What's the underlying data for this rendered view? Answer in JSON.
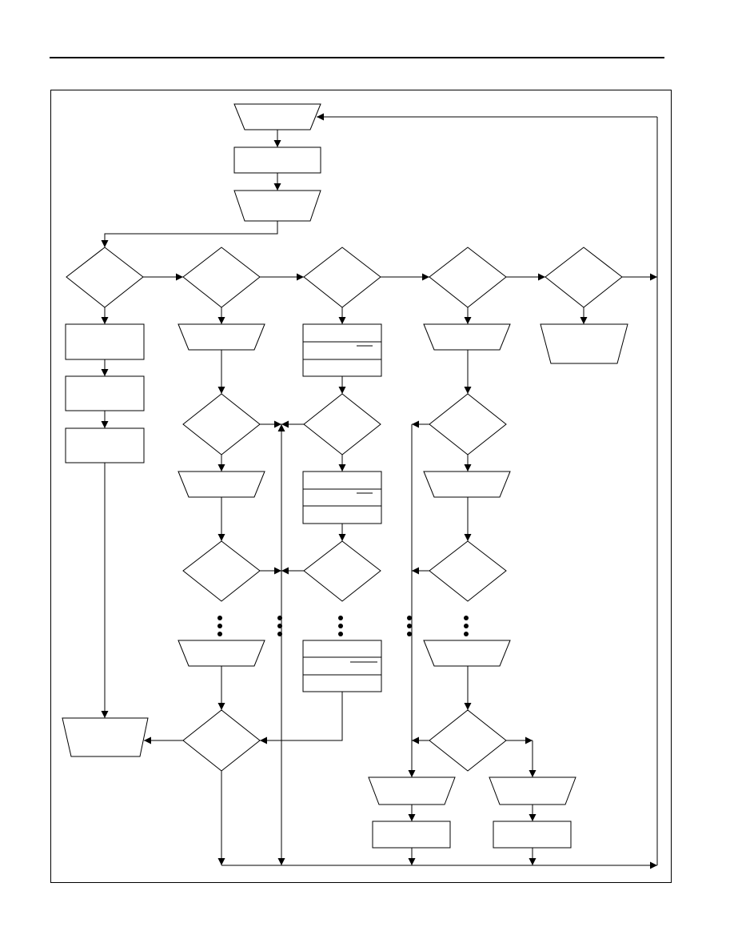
{
  "page": {
    "title": "",
    "colors": {
      "ink": "#000000",
      "paper": "#ffffff"
    }
  },
  "flowchart": {
    "nodes": [
      {
        "id": "start-io",
        "shape": "trapezoid",
        "text": ""
      },
      {
        "id": "init-process",
        "shape": "rectangle",
        "text": ""
      },
      {
        "id": "read-io",
        "shape": "trapezoid",
        "text": ""
      },
      {
        "id": "decision-1",
        "shape": "diamond",
        "text": ""
      },
      {
        "id": "decision-2",
        "shape": "diamond",
        "text": ""
      },
      {
        "id": "decision-3",
        "shape": "diamond",
        "text": ""
      },
      {
        "id": "decision-4",
        "shape": "diamond",
        "text": ""
      },
      {
        "id": "decision-5",
        "shape": "diamond",
        "text": ""
      },
      {
        "id": "col1-process-a",
        "shape": "rectangle",
        "text": ""
      },
      {
        "id": "col1-process-b",
        "shape": "rectangle",
        "text": ""
      },
      {
        "id": "col1-process-c",
        "shape": "rectangle",
        "text": ""
      },
      {
        "id": "col1-output",
        "shape": "trapezoid",
        "text": ""
      },
      {
        "id": "col2-io-a",
        "shape": "trapezoid",
        "text": ""
      },
      {
        "id": "col2-decision-a",
        "shape": "diamond",
        "text": ""
      },
      {
        "id": "col2-io-b",
        "shape": "trapezoid",
        "text": ""
      },
      {
        "id": "col2-decision-b",
        "shape": "diamond",
        "text": ""
      },
      {
        "id": "col2-io-c",
        "shape": "trapezoid",
        "text": ""
      },
      {
        "id": "col2-decision-c",
        "shape": "diamond",
        "text": ""
      },
      {
        "id": "col3-table-a",
        "shape": "table",
        "text": ""
      },
      {
        "id": "col3-decision-a",
        "shape": "diamond",
        "text": ""
      },
      {
        "id": "col3-table-b",
        "shape": "table",
        "text": ""
      },
      {
        "id": "col3-decision-b",
        "shape": "diamond",
        "text": ""
      },
      {
        "id": "col3-table-c",
        "shape": "table",
        "text": ""
      },
      {
        "id": "col4-io-a",
        "shape": "trapezoid",
        "text": ""
      },
      {
        "id": "col4-decision-a",
        "shape": "diamond",
        "text": ""
      },
      {
        "id": "col4-io-b",
        "shape": "trapezoid",
        "text": ""
      },
      {
        "id": "col4-decision-b",
        "shape": "diamond",
        "text": ""
      },
      {
        "id": "col4-io-c",
        "shape": "trapezoid",
        "text": ""
      },
      {
        "id": "col4-decision-c",
        "shape": "diamond",
        "text": ""
      },
      {
        "id": "col4-left-io",
        "shape": "trapezoid",
        "text": ""
      },
      {
        "id": "col4-left-process",
        "shape": "rectangle",
        "text": ""
      },
      {
        "id": "col4-right-io",
        "shape": "trapezoid",
        "text": ""
      },
      {
        "id": "col4-right-process",
        "shape": "rectangle",
        "text": ""
      },
      {
        "id": "col5-output",
        "shape": "trapezoid",
        "text": ""
      }
    ],
    "continuation_marks": "⋮"
  }
}
